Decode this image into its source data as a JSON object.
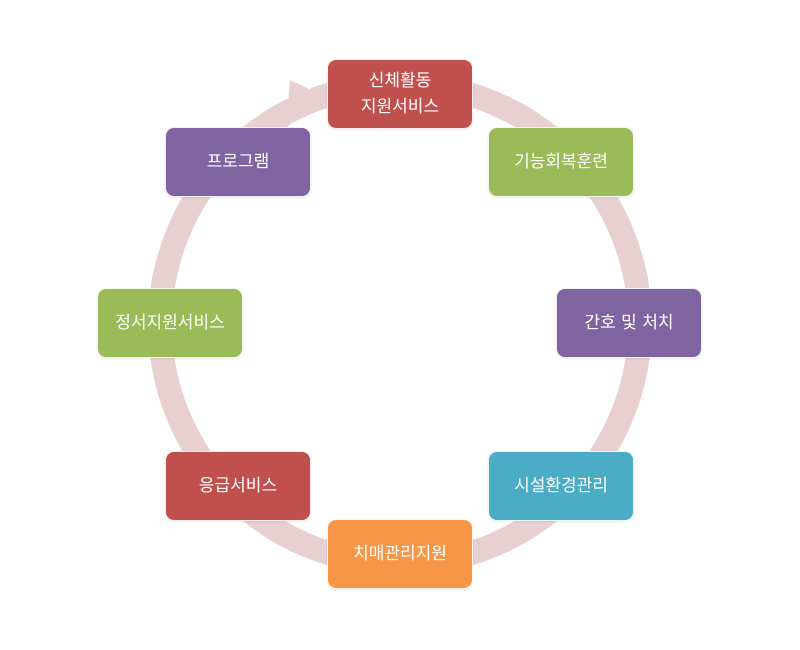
{
  "ring_color": "#e8d0d0",
  "nodes": [
    {
      "label": "신체활동\n지원서비스",
      "color": "#c0504d"
    },
    {
      "label": "기능회복훈련",
      "color": "#9bbb59"
    },
    {
      "label": "간호 및 처치",
      "color": "#8064a2"
    },
    {
      "label": "시설환경관리",
      "color": "#4bacc6"
    },
    {
      "label": "치매관리지원",
      "color": "#f79646"
    },
    {
      "label": "응급서비스",
      "color": "#c0504d"
    },
    {
      "label": "정서지원서비스",
      "color": "#9bbb59"
    },
    {
      "label": "프로그램",
      "color": "#8064a2"
    }
  ]
}
